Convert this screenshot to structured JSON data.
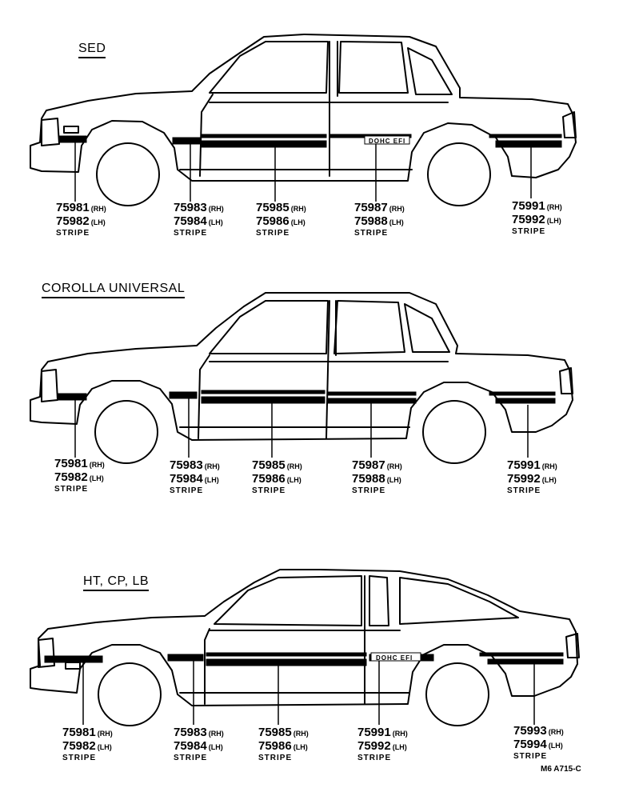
{
  "sections": [
    {
      "title": "SED",
      "labels": [
        {
          "rh": "75981",
          "lh": "75982",
          "stripe": "STRIPE"
        },
        {
          "rh": "75983",
          "lh": "75984",
          "stripe": "STRIPE"
        },
        {
          "rh": "75985",
          "lh": "75986",
          "stripe": "STRIPE"
        },
        {
          "rh": "75987",
          "lh": "75988",
          "stripe": "STRIPE"
        },
        {
          "rh": "75991",
          "lh": "75992",
          "stripe": "STRIPE"
        }
      ],
      "badge": "DOHC EFI"
    },
    {
      "title": "COROLLA UNIVERSAL",
      "labels": [
        {
          "rh": "75981",
          "lh": "75982",
          "stripe": "STRIPE"
        },
        {
          "rh": "75983",
          "lh": "75984",
          "stripe": "STRIPE"
        },
        {
          "rh": "75985",
          "lh": "75986",
          "stripe": "STRIPE"
        },
        {
          "rh": "75987",
          "lh": "75988",
          "stripe": "STRIPE"
        },
        {
          "rh": "75991",
          "lh": "75992",
          "stripe": "STRIPE"
        }
      ]
    },
    {
      "title": "HT, CP, LB",
      "labels": [
        {
          "rh": "75981",
          "lh": "75982",
          "stripe": "STRIPE"
        },
        {
          "rh": "75983",
          "lh": "75984",
          "stripe": "STRIPE"
        },
        {
          "rh": "75985",
          "lh": "75986",
          "stripe": "STRIPE"
        },
        {
          "rh": "75991",
          "lh": "75992",
          "stripe": "STRIPE"
        },
        {
          "rh": "75993",
          "lh": "75994",
          "stripe": "STRIPE"
        }
      ],
      "badge": "DOHC EFI"
    }
  ],
  "side_rh": "(RH)",
  "side_lh": "(LH)",
  "figure_code": "M6 A715-C"
}
